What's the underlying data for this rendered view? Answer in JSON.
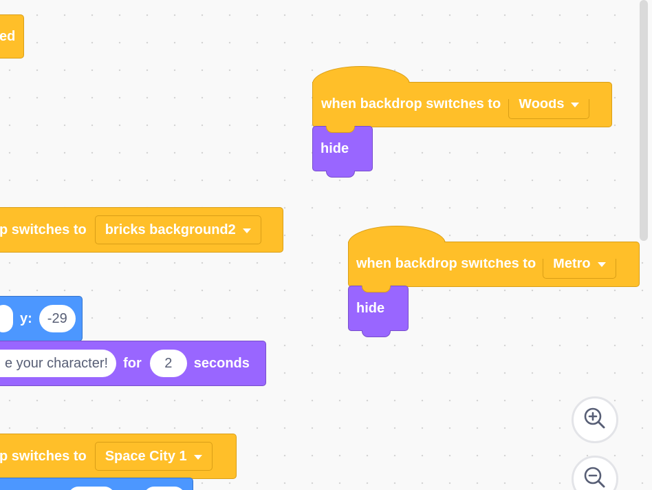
{
  "blocks": {
    "top_event_fragment": "ed",
    "hat1": {
      "label": "when backdrop switches to",
      "value": "Woods"
    },
    "hide1": "hide",
    "left_backdrop_block": {
      "label": "p switches to",
      "value": "bricks background2"
    },
    "hat2": {
      "label": "when backdrop switches to",
      "value": "Metro"
    },
    "hide2": "hide",
    "goto_xy": {
      "y_label": "y:",
      "y_value": "-29"
    },
    "say_block": {
      "message": "e your character!",
      "for_label": "for",
      "secs": "2",
      "seconds_label": "seconds"
    },
    "left_backdrop_block2": {
      "label": "p switches to",
      "value": "Space City 1"
    }
  },
  "zoom": {
    "in_icon": "zoom-in-icon",
    "out_icon": "zoom-out-icon"
  },
  "colors": {
    "events": "#ffbf29",
    "looks": "#9966ff",
    "motion": "#4c97ff",
    "workspace": "#f9f9f9"
  }
}
